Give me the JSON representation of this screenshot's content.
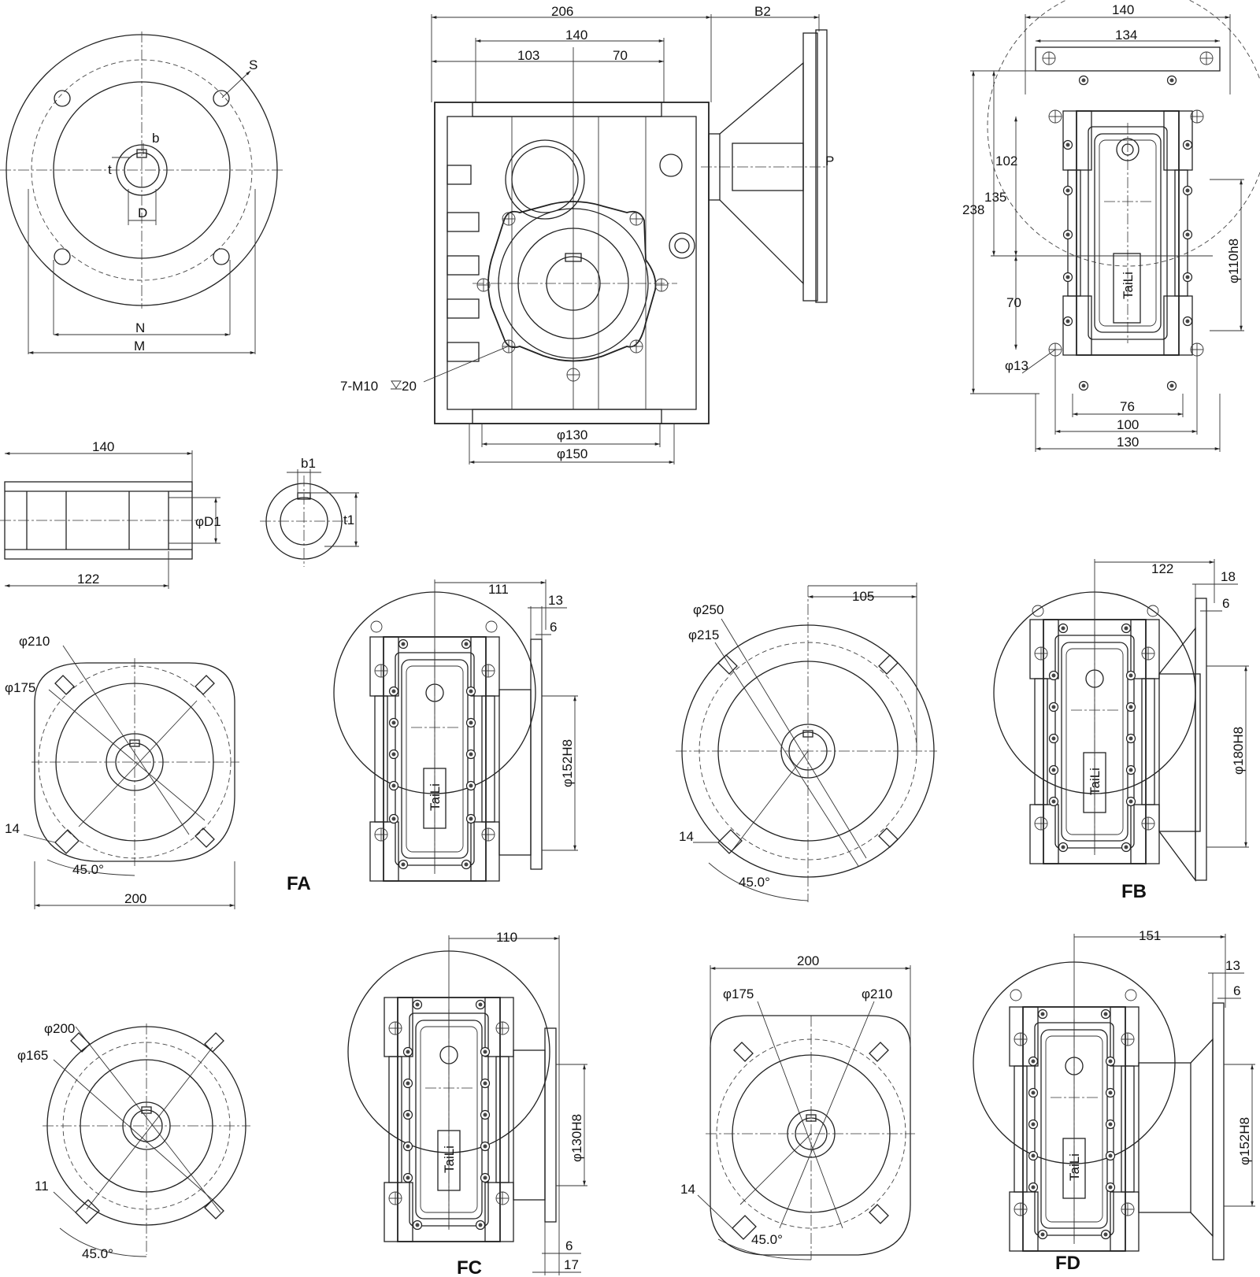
{
  "views": {
    "motor_flange": {
      "labels": [
        "S",
        "b",
        "t",
        "D",
        "N",
        "M"
      ]
    },
    "main_side": {
      "dims": [
        "206",
        "B2",
        "140",
        "103",
        "70",
        "P",
        "7-M10",
        "20",
        "φ130",
        "φ150"
      ]
    },
    "main_top": {
      "dims": [
        "140",
        "134",
        "102",
        "135",
        "238",
        "φ110h8",
        "70",
        "φ13",
        "76",
        "100",
        "130"
      ],
      "brand": "TaiLi"
    },
    "shaft": {
      "dims": [
        "140",
        "122",
        "φD1"
      ]
    },
    "keyway": {
      "dims": [
        "b1",
        "t1"
      ]
    },
    "FA": {
      "label": "FA",
      "flange_dims": [
        "φ210",
        "φ175",
        "14",
        "45.0°",
        "200"
      ],
      "side_dims": [
        "111",
        "13",
        "6",
        "φ152H8"
      ],
      "brand": "TaiLi"
    },
    "FB": {
      "label": "FB",
      "flange_dims": [
        "φ250",
        "φ215",
        "105",
        "14",
        "45.0°"
      ],
      "side_dims": [
        "122",
        "18",
        "6",
        "φ180H8"
      ],
      "brand": "TaiLi"
    },
    "FC": {
      "label": "FC",
      "flange_dims": [
        "φ200",
        "φ165",
        "11",
        "45.0°"
      ],
      "side_dims": [
        "110",
        "φ130H8",
        "6",
        "17"
      ],
      "brand": "TaiLi"
    },
    "FD": {
      "label": "FD",
      "flange_dims": [
        "200",
        "φ175",
        "φ210",
        "14",
        "45.0°"
      ],
      "side_dims": [
        "151",
        "13",
        "6",
        "φ152H8"
      ],
      "brand": "TaiLi"
    }
  },
  "colors": {
    "line": "#222222",
    "background": "#ffffff"
  }
}
